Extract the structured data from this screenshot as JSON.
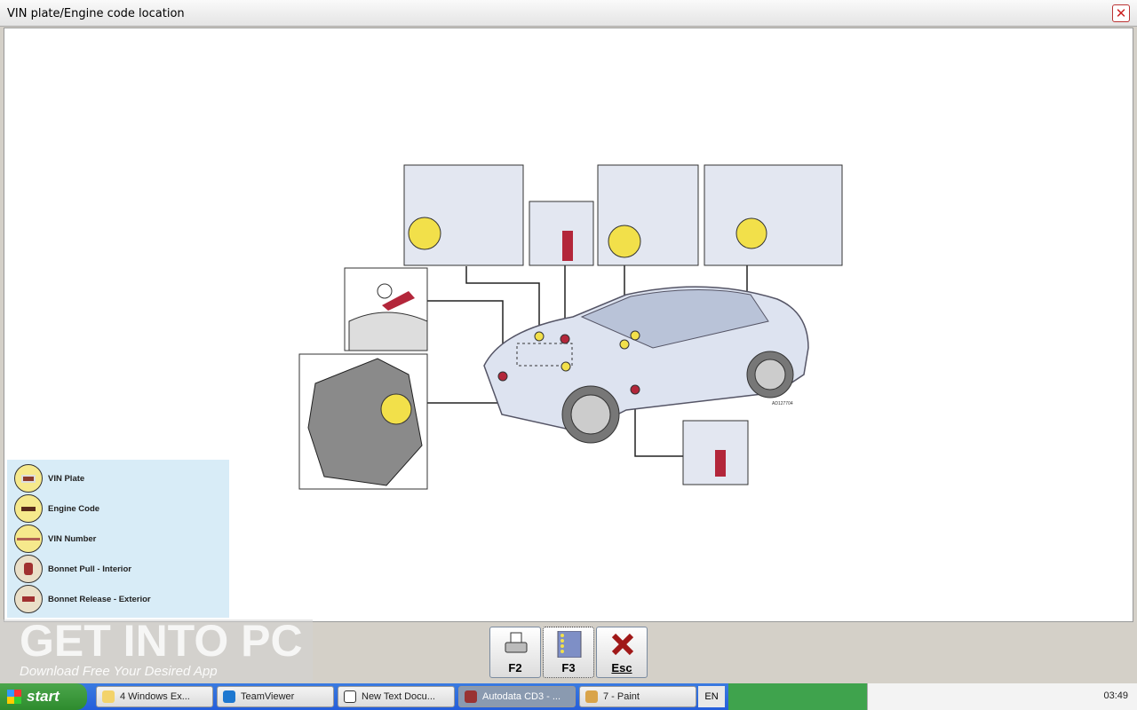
{
  "window": {
    "title": "VIN plate/Engine code location",
    "close_icon": "close-icon"
  },
  "diagram": {
    "reference": "AD127704"
  },
  "legend": [
    {
      "label": "VIN Plate",
      "icon": "vin-plate-icon"
    },
    {
      "label": "Engine Code",
      "icon": "engine-code-icon"
    },
    {
      "label": "VIN Number",
      "icon": "vin-number-icon"
    },
    {
      "label": "Bonnet Pull - Interior",
      "icon": "bonnet-pull-icon"
    },
    {
      "label": "Bonnet Release - Exterior",
      "icon": "bonnet-release-icon"
    }
  ],
  "buttons": [
    {
      "label": "F2",
      "icon": "printer-icon"
    },
    {
      "label": "F3",
      "icon": "legend-list-icon"
    },
    {
      "label": "Esc",
      "icon": "red-x-icon"
    }
  ],
  "watermark": {
    "title": "GET INTO PC",
    "tagline": "Download Free Your Desired App"
  },
  "taskbar": {
    "start": "start",
    "tasks": [
      {
        "label": "4 Windows Ex..."
      },
      {
        "label": "TeamViewer"
      },
      {
        "label": "New Text Docu..."
      },
      {
        "label": "Autodata CD3 - ..."
      },
      {
        "label": "7 - Paint"
      }
    ],
    "language": "EN",
    "clock": "03:49"
  },
  "colors": {
    "marker_yellow": "#f2e04a",
    "marker_red": "#b3263a",
    "legend_bg": "#d8ecf7",
    "car": "#dde3f0"
  }
}
